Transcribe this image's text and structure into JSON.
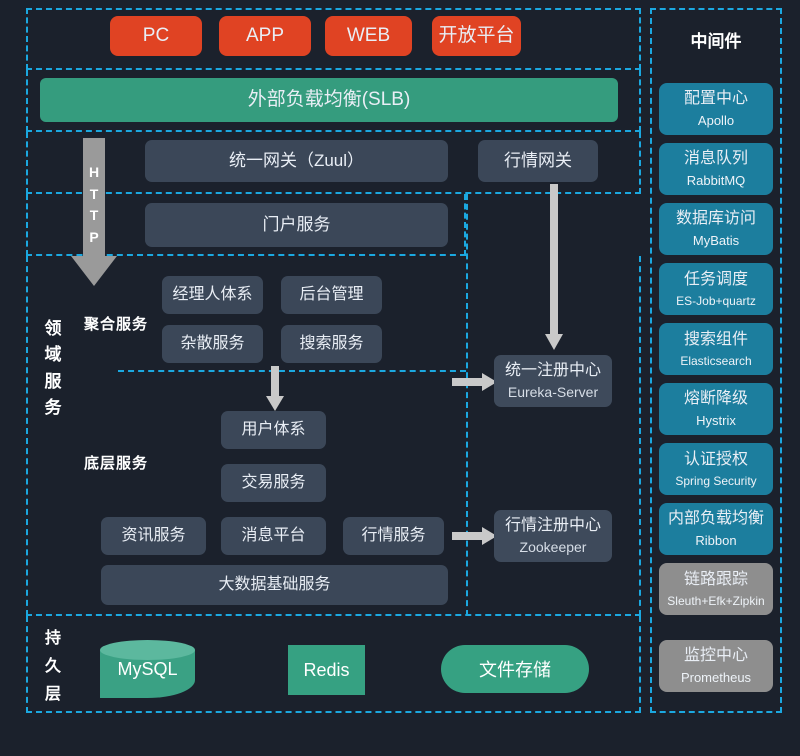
{
  "diagram": {
    "background": "#1b212c",
    "accent_dashed": "#1ba8e0",
    "client_color": "#e04323",
    "slb_color": "#359c7e",
    "service_color": "#3b4758",
    "middleware_color": "#1c7e9e",
    "middleware_inactive_color": "#8e8e8e",
    "storage_color": "#36a182"
  },
  "clients": [
    {
      "label": "PC"
    },
    {
      "label": "APP"
    },
    {
      "label": "WEB"
    },
    {
      "label": "开放平台"
    }
  ],
  "load_balancer": {
    "label": "外部负载均衡(SLB)"
  },
  "protocol_arrow": {
    "label": "HTTP",
    "letters": [
      "H",
      "T",
      "T",
      "P"
    ]
  },
  "gateways": [
    {
      "label": "统一网关（Zuul）"
    },
    {
      "label": "行情网关"
    }
  ],
  "portal": {
    "label": "门户服务"
  },
  "domain_layer": {
    "vertical_label": "领域服务",
    "vertical_chars": [
      "领",
      "域",
      "服",
      "务"
    ],
    "aggregate_caption": "聚合服务",
    "base_caption": "底层服务",
    "aggregate_services": [
      {
        "label": "经理人体系"
      },
      {
        "label": "后台管理"
      },
      {
        "label": "杂散服务"
      },
      {
        "label": "搜索服务"
      }
    ],
    "base_services": [
      {
        "label": "用户体系"
      },
      {
        "label": "交易服务"
      },
      {
        "label": "资讯服务"
      },
      {
        "label": "消息平台"
      },
      {
        "label": "行情服务"
      },
      {
        "label": "大数据基础服务"
      }
    ]
  },
  "registries": [
    {
      "label": "统一注册中心",
      "sub": "Eureka-Server"
    },
    {
      "label": "行情注册中心",
      "sub": "Zookeeper"
    }
  ],
  "persistence": {
    "vertical_label": "持久层",
    "vertical_chars": [
      "持",
      "久",
      "层"
    ],
    "stores": [
      {
        "label": "MySQL",
        "shape": "cylinder"
      },
      {
        "label": "Redis",
        "shape": "rect"
      },
      {
        "label": "文件存储",
        "shape": "pill"
      }
    ]
  },
  "middleware": {
    "title": "中间件",
    "items": [
      {
        "label": "配置中心",
        "sub": "Apollo",
        "muted": false
      },
      {
        "label": "消息队列",
        "sub": "RabbitMQ",
        "muted": false
      },
      {
        "label": "数据库访问",
        "sub": "MyBatis",
        "muted": false
      },
      {
        "label": "任务调度",
        "sub": "ES-Job+quartz",
        "muted": false
      },
      {
        "label": "搜索组件",
        "sub": "Elasticsearch",
        "muted": false
      },
      {
        "label": "熔断降级",
        "sub": "Hystrix",
        "muted": false
      },
      {
        "label": "认证授权",
        "sub": "Spring Security",
        "muted": false
      },
      {
        "label": "内部负载均衡",
        "sub": "Ribbon",
        "muted": false
      },
      {
        "label": "链路跟踪",
        "sub": "Sleuth+Efk+Zipkin",
        "muted": true
      },
      {
        "label": "监控中心",
        "sub": "Prometheus",
        "muted": true
      }
    ]
  }
}
